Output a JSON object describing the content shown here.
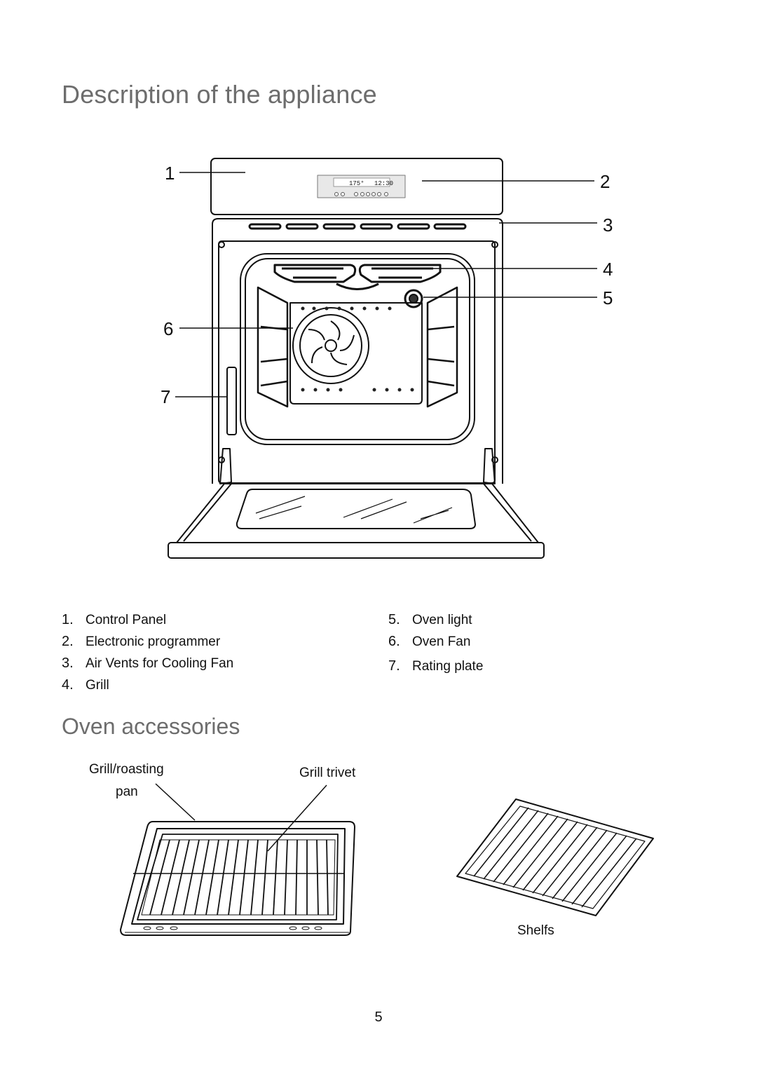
{
  "title": "Description of the appliance",
  "callouts": [
    "1",
    "2",
    "3",
    "4",
    "5",
    "6",
    "7"
  ],
  "display": {
    "temperature": "175°",
    "time": "12:30"
  },
  "legend": [
    {
      "num": "1.",
      "text": "Control Panel"
    },
    {
      "num": "2.",
      "text": "Electronic programmer"
    },
    {
      "num": "3.",
      "text": "Air Vents for Cooling Fan"
    },
    {
      "num": "4.",
      "text": "Grill"
    },
    {
      "num": "5.",
      "text": "Oven light"
    },
    {
      "num": "6.",
      "text": "Oven Fan"
    },
    {
      "num": "7.",
      "text": "Rating plate"
    }
  ],
  "accessories": {
    "title": "Oven accessories",
    "pan_label_line1": "Grill/roasting",
    "pan_label_line2": "pan",
    "trivet_label": "Grill trivet",
    "shelf_label": "Shelfs"
  },
  "page_number": "5"
}
